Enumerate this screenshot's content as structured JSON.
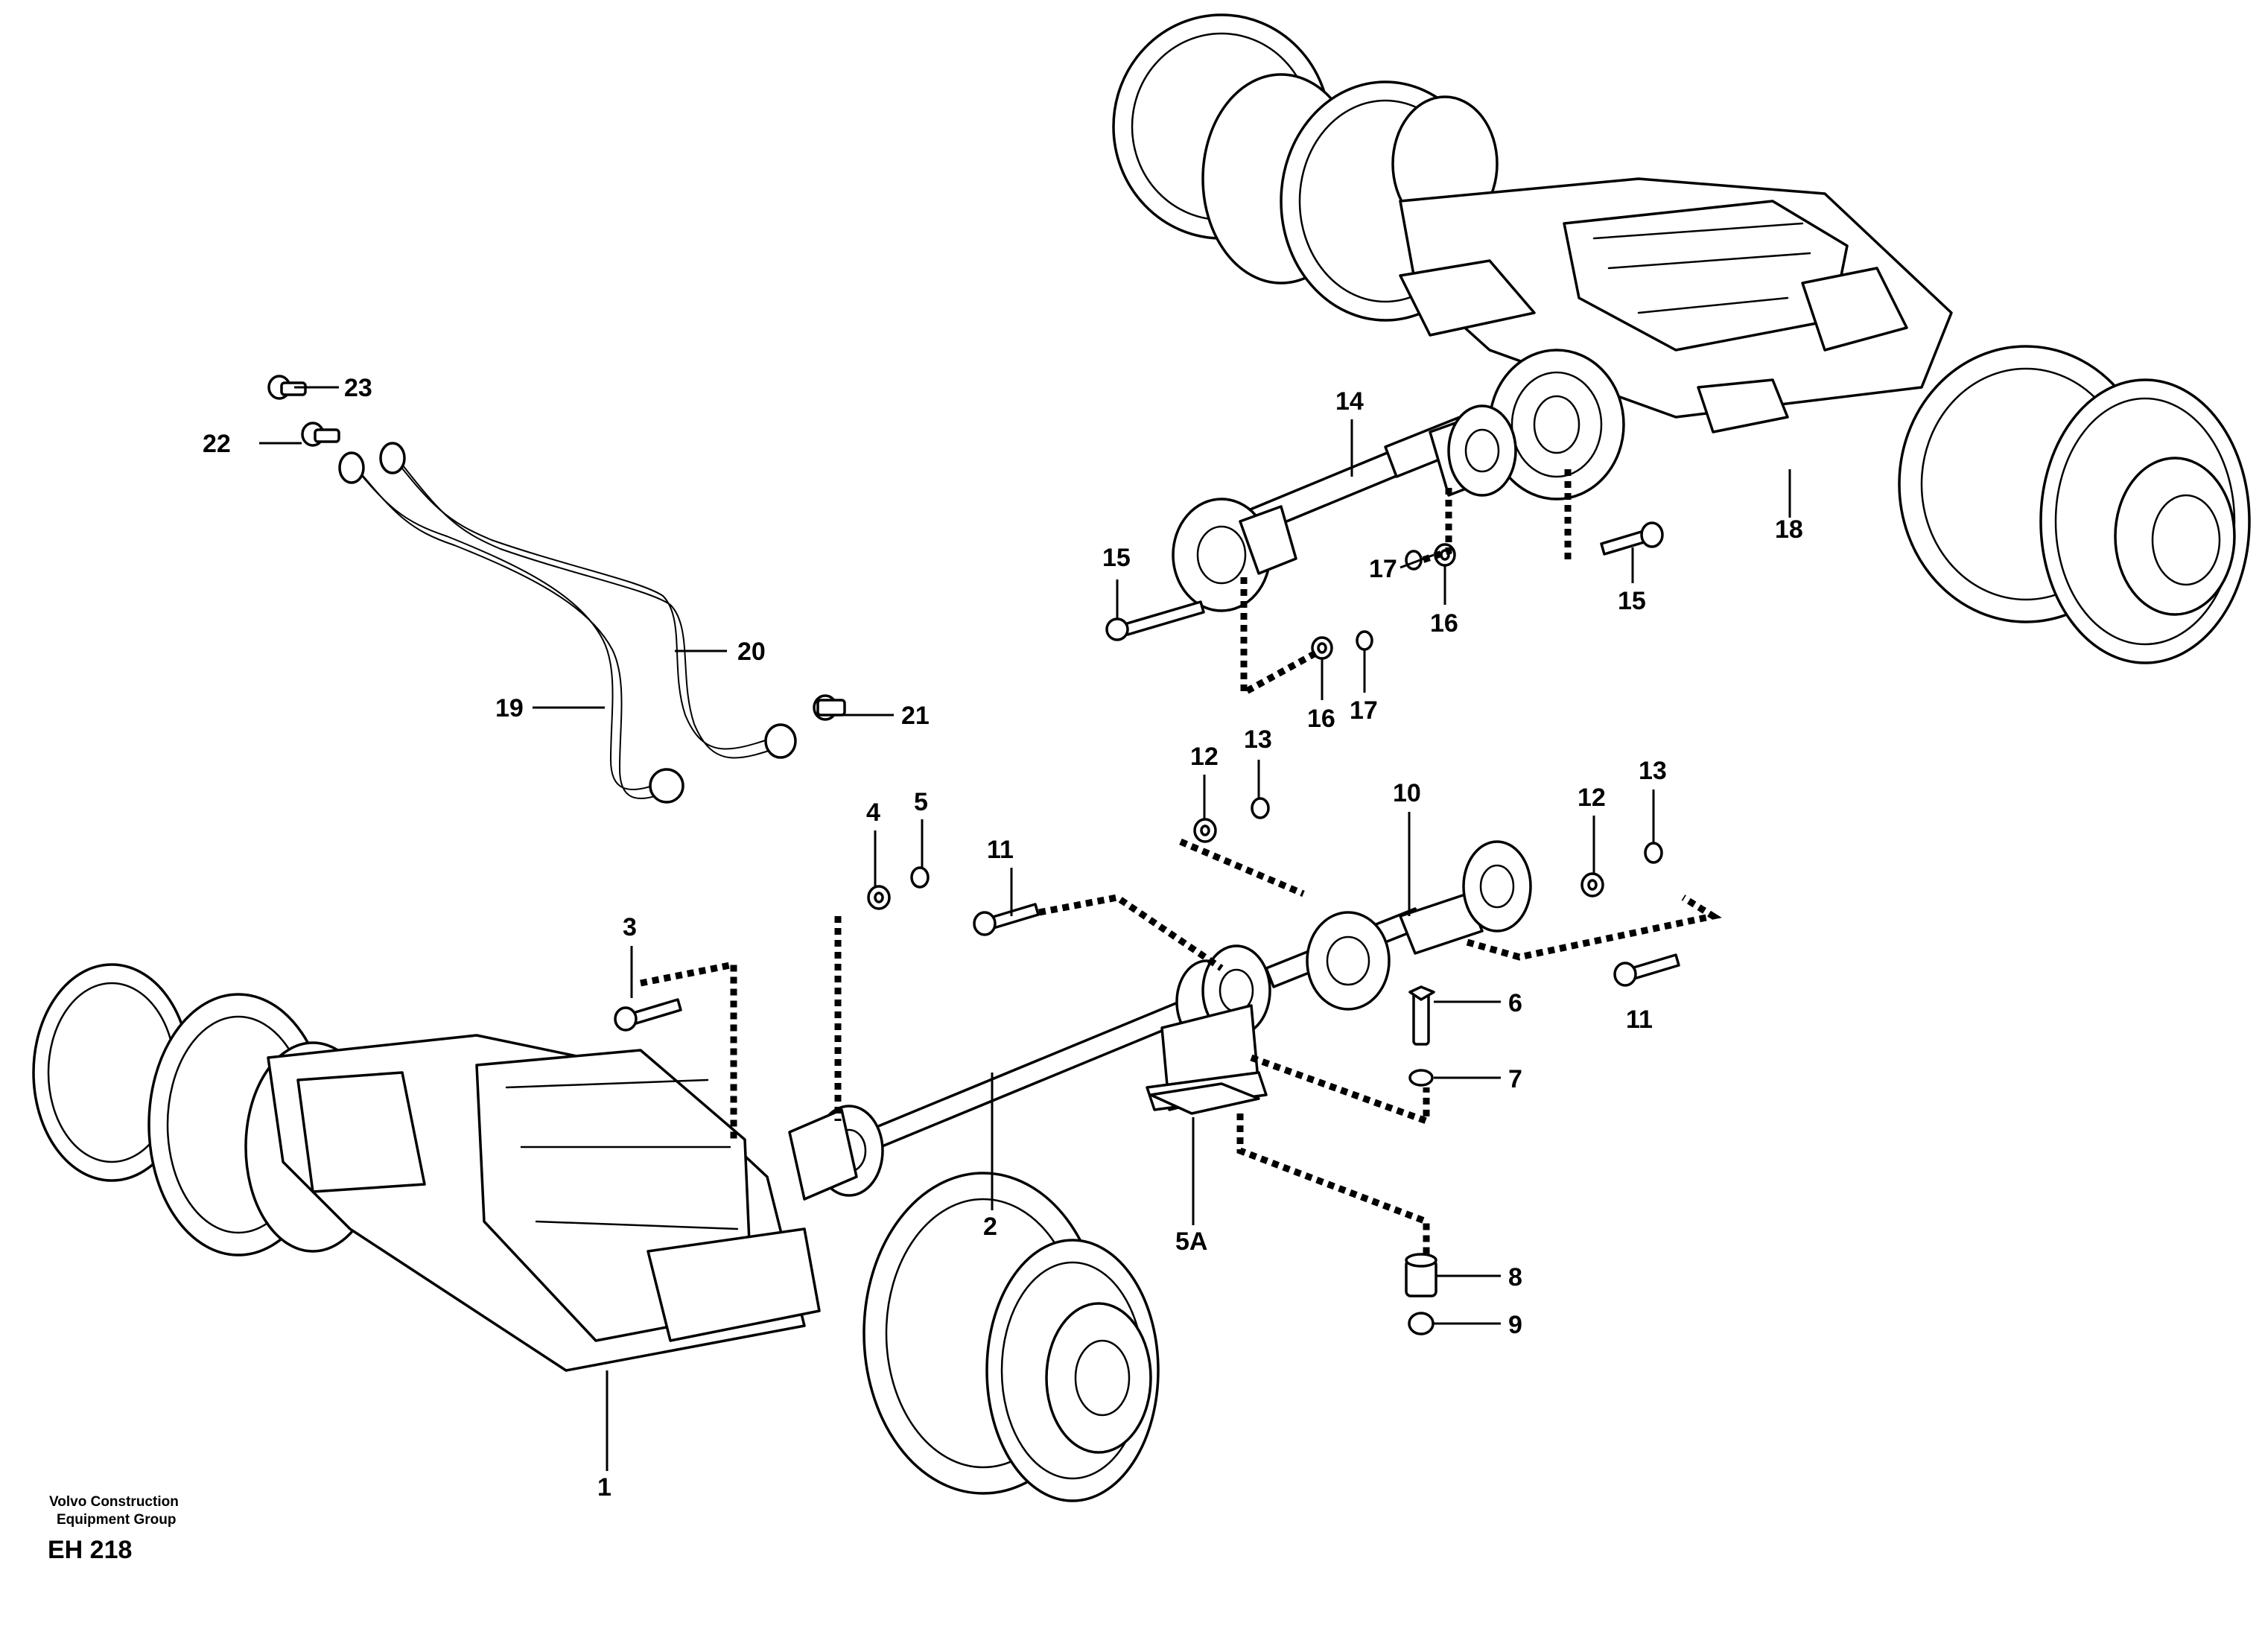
{
  "callouts": [
    "1",
    "2",
    "3",
    "4",
    "5",
    "5A",
    "6",
    "7",
    "8",
    "9",
    "10",
    "11",
    "11",
    "12",
    "12",
    "13",
    "13",
    "14",
    "15",
    "15",
    "16",
    "16",
    "17",
    "17",
    "18",
    "19",
    "20",
    "21",
    "22",
    "23"
  ],
  "credit": {
    "line1": "Volvo Construction",
    "line2": "Equipment Group",
    "code": "EH 218"
  }
}
